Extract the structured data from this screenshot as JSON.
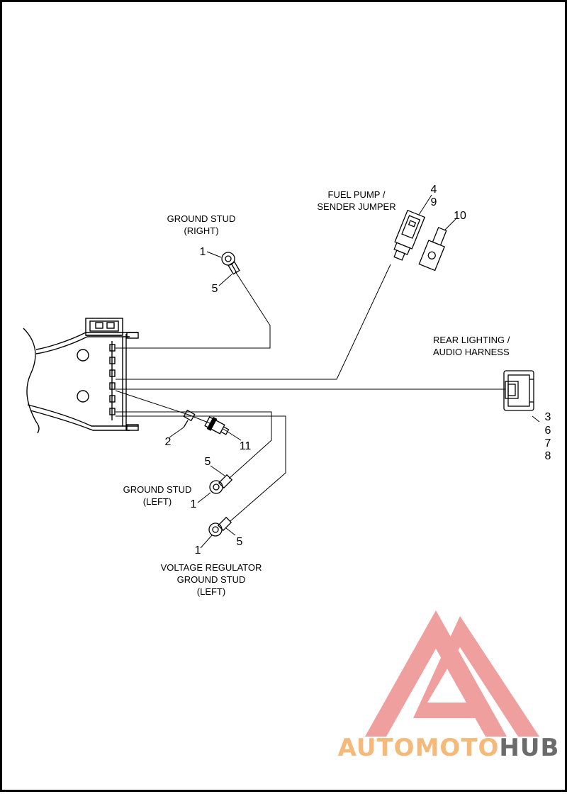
{
  "labels": {
    "ground_stud_right": [
      "GROUND STUD",
      "(RIGHT)"
    ],
    "fuel_pump": [
      "FUEL PUMP /",
      "SENDER JUMPER"
    ],
    "rear_lighting": [
      "REAR LIGHTING /",
      "AUDIO HARNESS"
    ],
    "ground_stud_left": [
      "GROUND STUD",
      "(LEFT)"
    ],
    "voltage_regulator": [
      "VOLTAGE REGULATOR",
      "GROUND STUD",
      "(LEFT)"
    ]
  },
  "callouts": {
    "right_stud_ring": "1",
    "right_stud_terminal": "5",
    "fuel_connector_a": "4",
    "fuel_connector_b": "9",
    "fuel_terminal": "10",
    "rear_conn_a": "3",
    "rear_conn_b": "6",
    "rear_conn_c": "7",
    "rear_conn_d": "8",
    "clip": "2",
    "small_connector": "11",
    "left_stud_terminal": "5",
    "left_stud_ring": "1",
    "vr_ring": "1",
    "vr_terminal": "5"
  },
  "watermark": {
    "part1": "AUTO",
    "part2": "MOTO",
    "part3": "HUB",
    "color_light": "#f5b97a",
    "color_dark": "#6b6b6b",
    "logo_color": "#ee8f8f"
  }
}
